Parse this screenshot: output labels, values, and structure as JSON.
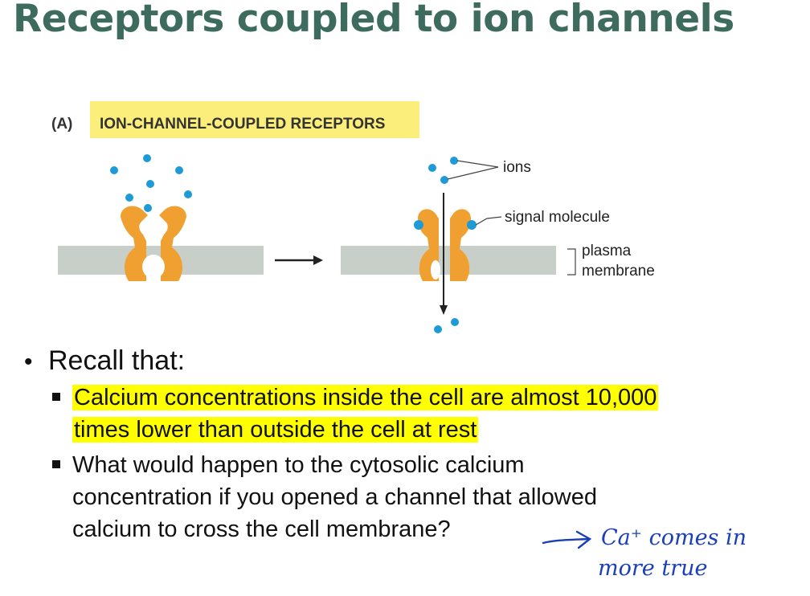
{
  "slide": {
    "title": "Receptors coupled to ion channels"
  },
  "figure": {
    "panel_letter": "(A)",
    "panel_title": "ION-CHANNEL-COUPLED RECEPTORS",
    "labels": {
      "ions": "ions",
      "signal_molecule": "signal molecule",
      "plasma": "plasma",
      "membrane": "membrane"
    },
    "colors": {
      "ion": "#1e9ad6",
      "receptor": "#f0a030",
      "membrane": "#c8cfc8",
      "label_highlight": "#fbee7a"
    }
  },
  "bullets": {
    "main": "Recall that:",
    "sub1_line1": "Calcium concentrations inside the cell are almost 10,000",
    "sub1_line2": "times lower than outside the cell at rest",
    "sub2_line1": "What would happen to the cytosolic calcium",
    "sub2_line2": "concentration if you opened a channel that allowed",
    "sub2_line3": "calcium to cross the cell membrane?"
  },
  "handwriting": {
    "line1": "Ca⁺ comes in",
    "line2": "more true"
  }
}
